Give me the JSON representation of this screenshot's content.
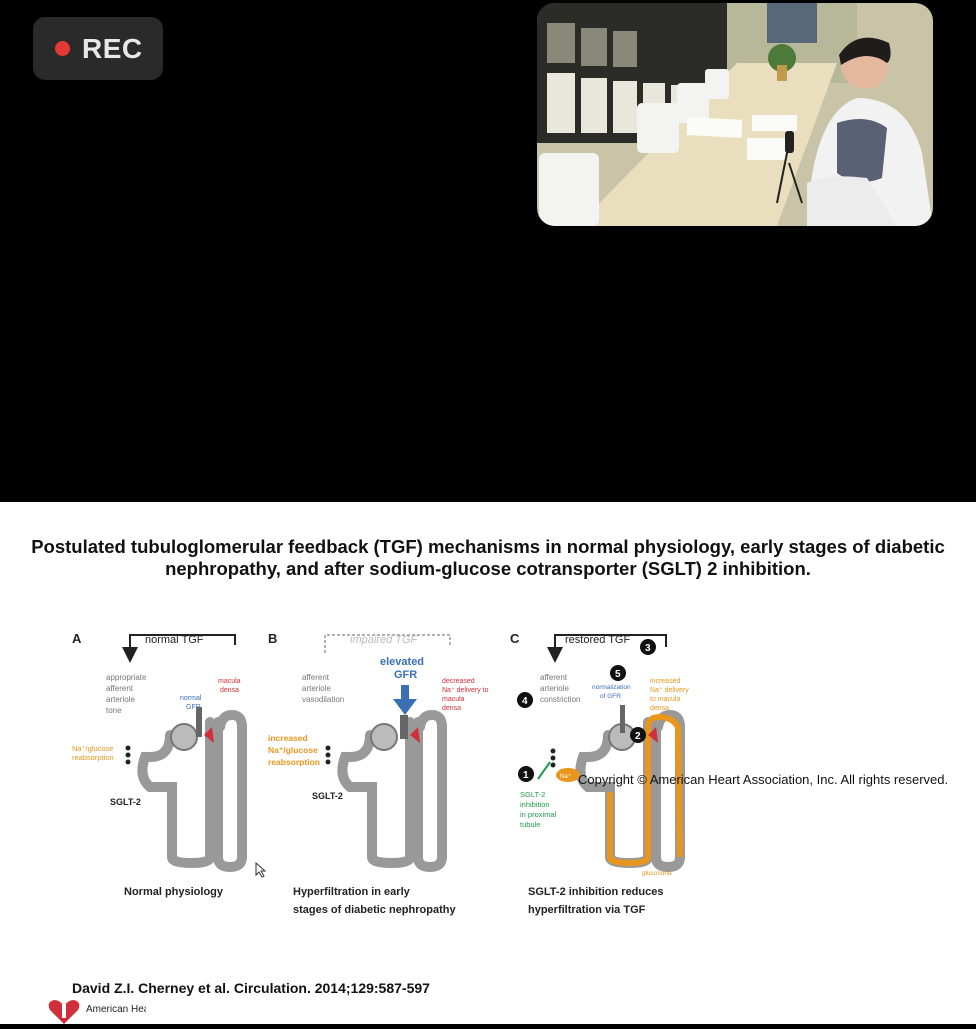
{
  "recording": {
    "label": "REC",
    "icon": "record-dot-icon"
  },
  "colors": {
    "rec_red": "#e53935",
    "orange": "#e8961e",
    "blue": "#3a6fb5",
    "red": "#d0303a",
    "green": "#1e9a4a"
  },
  "slide": {
    "title": "Postulated tubuloglomerular feedback (TGF) mechanisms in normal physiology, early stages of diabetic nephropathy, and after sodium-glucose cotransporter (SGLT) 2 inhibition.",
    "copyright": "Copyright © American Heart Association, Inc. All rights reserved.",
    "citation": "David Z.I. Cherney et al. Circulation. 2014;129:587-597",
    "logo_text": "American Heart",
    "panels": [
      {
        "letter": "A",
        "tgf": "normal TGF",
        "labels": [
          "appropriate",
          "afferent",
          "arteriole",
          "tone"
        ],
        "gfr": [
          "normal",
          "GFR"
        ],
        "macula": [
          "macula",
          "densa"
        ],
        "reabsorption": [
          "Na⁺/glucose",
          "reabsorption"
        ],
        "sglt": "SGLT-2",
        "caption": [
          "Normal physiology"
        ]
      },
      {
        "letter": "B",
        "tgf": "impaired TGF",
        "labels": [
          "afferent",
          "arteriole",
          "vasodilation"
        ],
        "gfr": [
          "elevated",
          "GFR"
        ],
        "macula": [
          "decreased",
          "Na⁺ delivery to",
          "macula",
          "densa"
        ],
        "reabsorption": [
          "increased",
          "Na⁺/glucose",
          "reabsorption"
        ],
        "sglt": "SGLT-2",
        "caption": [
          "Hyperfiltration in early",
          "stages of diabetic nephropathy"
        ]
      },
      {
        "letter": "C",
        "tgf": "restored TGF",
        "labels": [
          "afferent",
          "arteriole",
          "constriction"
        ],
        "gfr": [
          "normalization",
          "of GFR"
        ],
        "macula": [
          "increased",
          "Na⁺ delivery",
          "to macula",
          "densa"
        ],
        "inhibition": [
          "SGLT-2",
          "inhibition",
          "in proximal",
          "tubule"
        ],
        "glucosuria": "glucosuria",
        "na": "Na⁺",
        "steps": [
          "1",
          "2",
          "3",
          "4",
          "5"
        ],
        "caption": [
          "SGLT-2 inhibition reduces",
          "hyperfiltration via TGF"
        ]
      }
    ]
  }
}
